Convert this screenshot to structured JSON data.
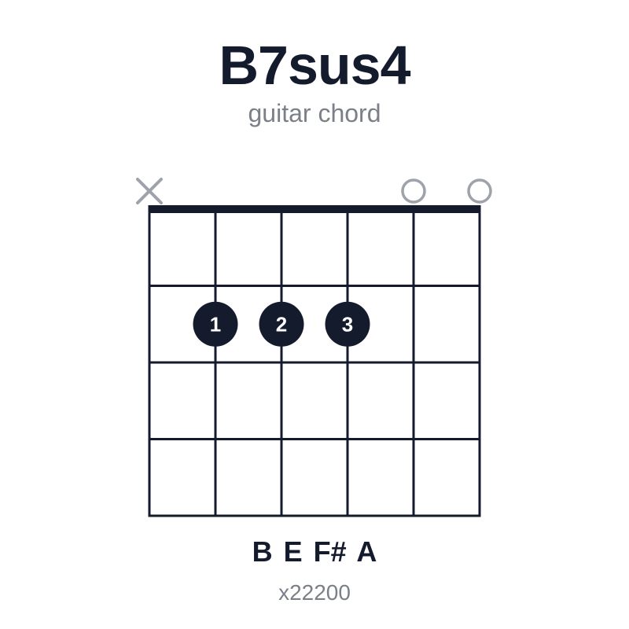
{
  "chord": {
    "name": "B7sus4",
    "subtitle": "guitar chord",
    "notes": "B E F# A",
    "fingering": "x22200"
  },
  "diagram": {
    "strings": 6,
    "frets": 4,
    "string_markers": [
      "mute",
      "none",
      "none",
      "none",
      "open",
      "open"
    ],
    "dots": [
      {
        "string": 2,
        "fret": 2,
        "finger": "1"
      },
      {
        "string": 3,
        "fret": 2,
        "finger": "2"
      },
      {
        "string": 4,
        "fret": 2,
        "finger": "3"
      }
    ]
  },
  "colors": {
    "ink": "#141b2d",
    "muted": "#9ea3ab",
    "dot_text": "#ffffff"
  }
}
